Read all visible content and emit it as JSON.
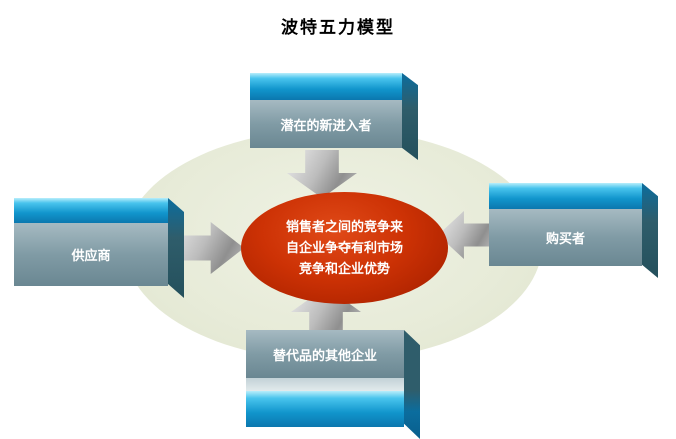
{
  "title": "波特五力模型",
  "center_ellipse": {
    "lines": [
      "销售者之间的竞争来",
      "自企业争夺有利市场",
      "竞争和企业优势"
    ]
  },
  "boxes": {
    "top": {
      "label": "潜在的新进入者"
    },
    "left": {
      "label": "供应商"
    },
    "right": {
      "label": "购买者"
    },
    "bottom": {
      "label": "替代品的其他企业"
    }
  },
  "icons": {
    "arrow_down": "arrow-down",
    "arrow_right": "arrow-right",
    "arrow_left": "arrow-left",
    "arrow_up": "arrow-up"
  },
  "colors": {
    "background": "#ffffff",
    "halo_ellipse": "#e6ead7",
    "center_ellipse_red": "#c32a02",
    "box_top_blue": "#18a8e0",
    "box_body_gray": "#7b96a0",
    "box_side_dark": "#2f5d6b",
    "arrow_gray": "#b5b5b5",
    "label_text": "#ffffff",
    "title_text": "#000000"
  }
}
